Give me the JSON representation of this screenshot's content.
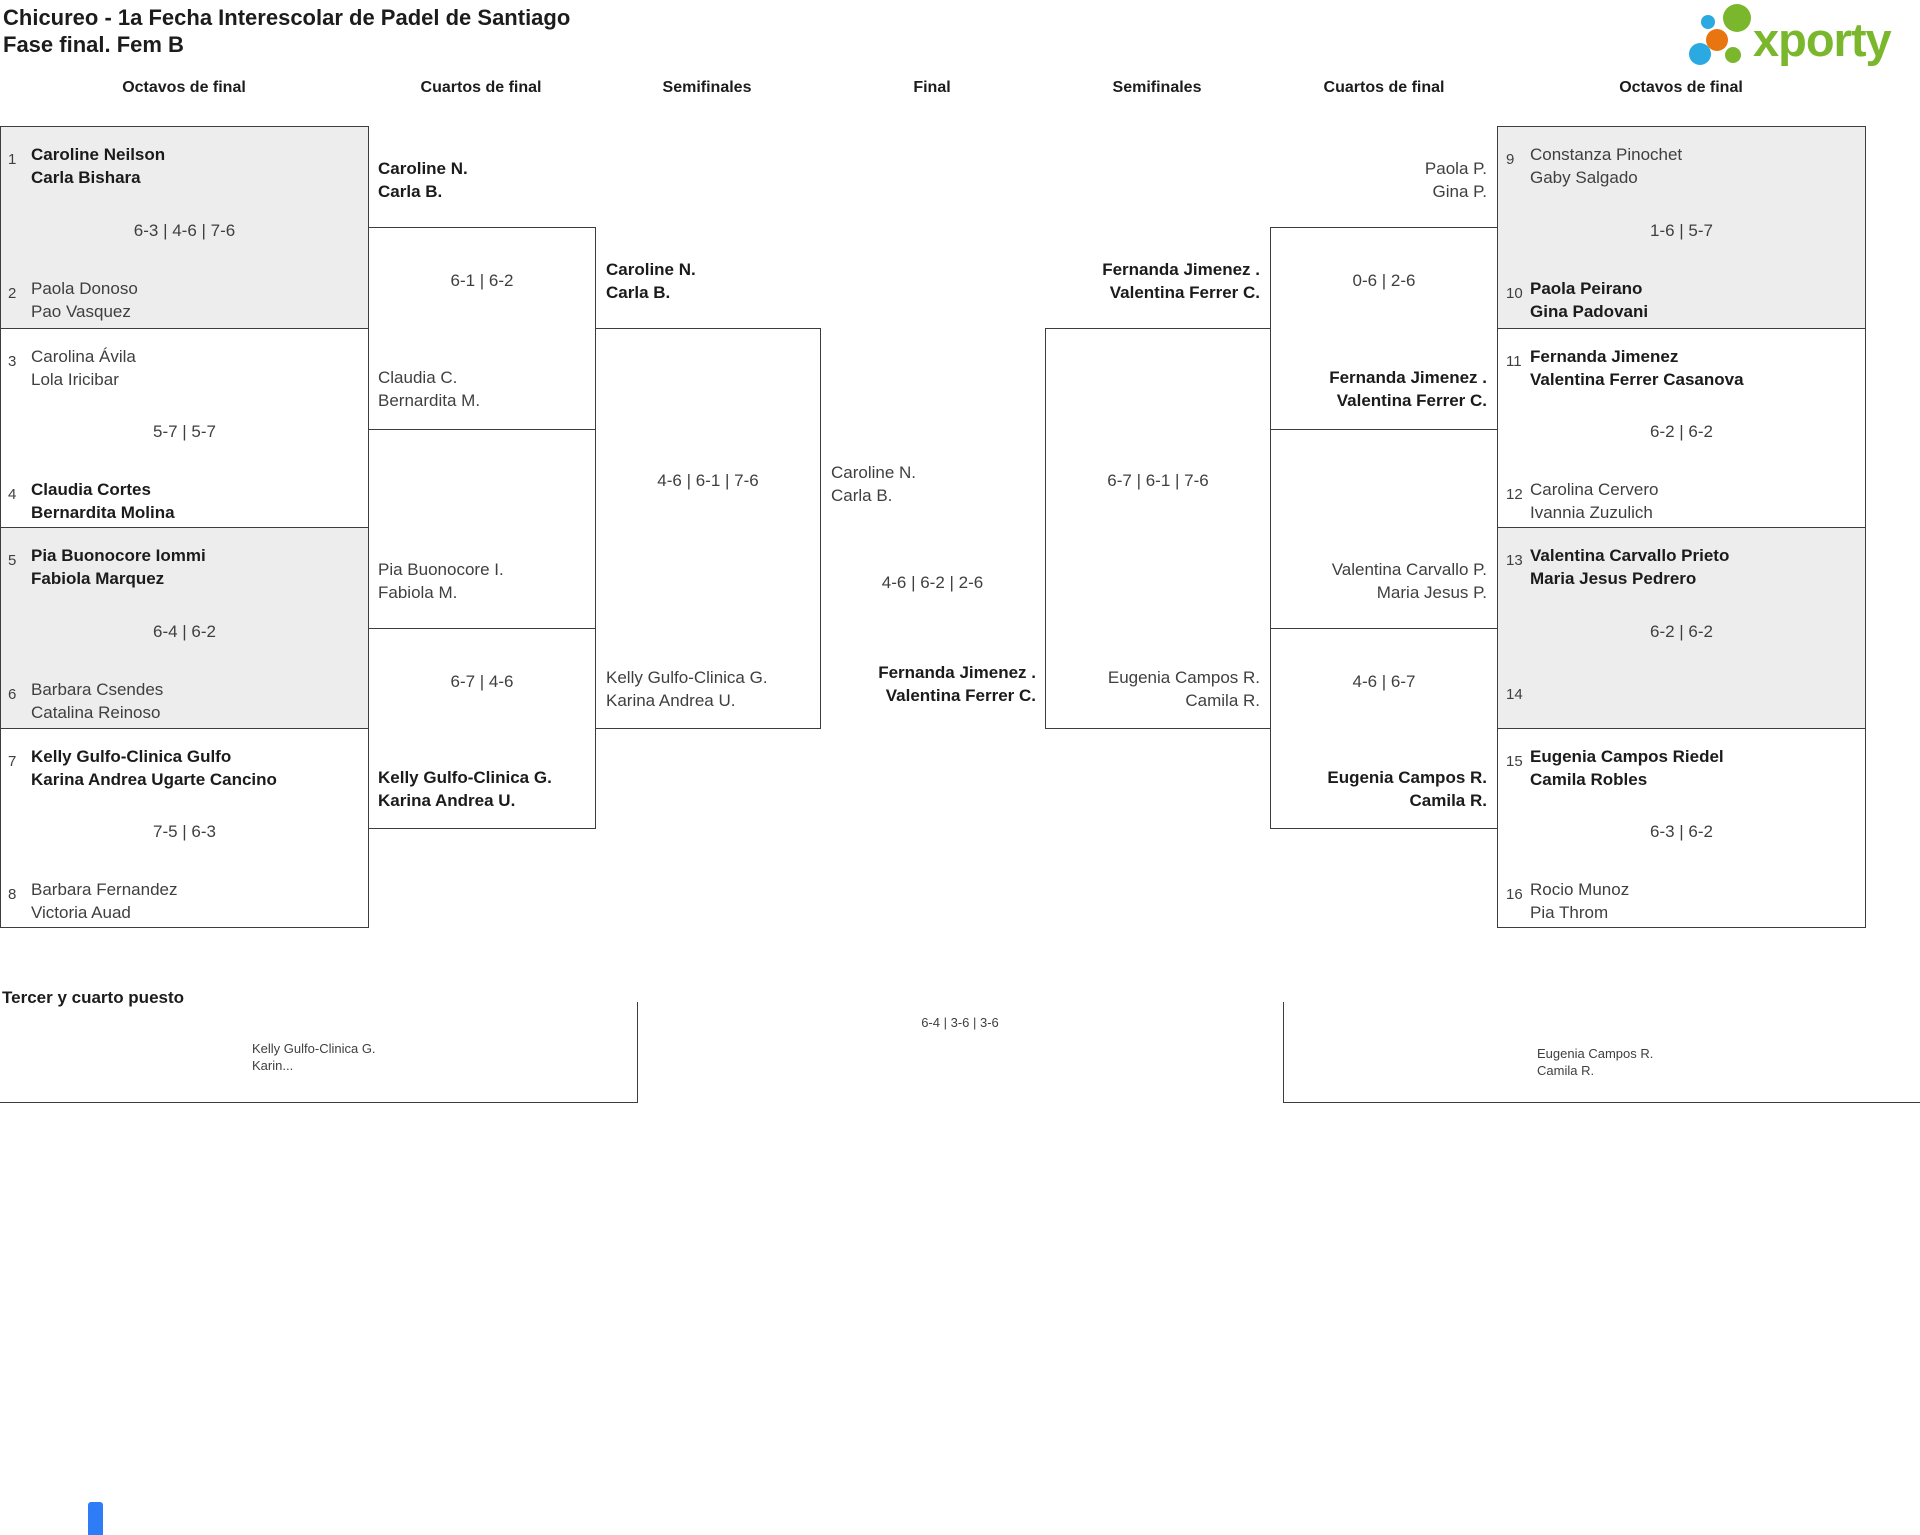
{
  "page": {
    "title_line1": "Chicureo - 1a Fecha Interescolar de Padel de Santiago",
    "title_line2": "Fase final. Fem B",
    "logo_text": "xporty",
    "third_place_title": "Tercer y cuarto puesto"
  },
  "round_headers": {
    "octavos_left": "Octavos de final",
    "cuartos_left": "Cuartos de final",
    "semis_left": "Semifinales",
    "final": "Final",
    "semis_right": "Semifinales",
    "cuartos_right": "Cuartos de final",
    "octavos_right": "Octavos de final"
  },
  "colors": {
    "logo_green": "#7ab72c",
    "logo_blue": "#2ba9e1",
    "logo_orange": "#e8750f",
    "bracket_border": "#3d3d3d",
    "match_alt_bg": "#ededed",
    "accent_blue": "#2e7cf6"
  },
  "matches": {
    "oct_l1": {
      "seed_top": "1",
      "team_top": "Caroline Neilson\nCarla Bishara",
      "score": "6-3 | 4-6 | 7-6",
      "seed_bot": "2",
      "team_bot": "Paola Donoso\nPao Vasquez"
    },
    "oct_l2": {
      "seed_top": "3",
      "team_top": "Carolina Ávila\nLola Iricibar",
      "score": "5-7 | 5-7",
      "seed_bot": "4",
      "team_bot": "Claudia Cortes\nBernardita Molina"
    },
    "oct_l3": {
      "seed_top": "5",
      "team_top": "Pia Buonocore Iommi\nFabiola Marquez",
      "score": "6-4 | 6-2",
      "seed_bot": "6",
      "team_bot": "Barbara Csendes\nCatalina Reinoso"
    },
    "oct_l4": {
      "seed_top": "7",
      "team_top": "Kelly Gulfo-Clinica Gulfo\nKarina Andrea Ugarte Cancino",
      "score": "7-5 | 6-3",
      "seed_bot": "8",
      "team_bot": "Barbara Fernandez\nVictoria Auad"
    },
    "qf_l1": {
      "team_top": "Caroline N.\nCarla B.",
      "score": "6-1 | 6-2",
      "team_bot": "Claudia C.\nBernardita M."
    },
    "qf_l2": {
      "team_top": "Pia Buonocore I.\nFabiola M.",
      "score": "6-7 | 4-6",
      "team_bot": "Kelly Gulfo-Clinica G.\nKarina Andrea U."
    },
    "sf_l": {
      "team_top": "Caroline N.\nCarla B.",
      "score": "4-6 | 6-1 | 7-6",
      "team_bot": "Kelly Gulfo-Clinica G.\nKarina Andrea U."
    },
    "final": {
      "team_left": "Caroline N.\nCarla B.",
      "score": "4-6 | 6-2 | 2-6",
      "team_right": "Fernanda Jimenez .\nValentina Ferrer C."
    },
    "sf_r": {
      "team_top": "Fernanda Jimenez .\nValentina Ferrer C.",
      "score": "6-7 | 6-1 | 7-6",
      "team_bot": "Eugenia Campos R.\nCamila R."
    },
    "qf_r1": {
      "team_top": "Paola P.\nGina P.",
      "score": "0-6 | 2-6",
      "team_bot": "Fernanda Jimenez .\nValentina Ferrer C."
    },
    "qf_r2": {
      "team_top": "Valentina Carvallo P.\nMaria Jesus P.",
      "score": "4-6 | 6-7",
      "team_bot": "Eugenia Campos R.\nCamila R."
    },
    "oct_r1": {
      "seed_top": "9",
      "team_top": "Constanza Pinochet\nGaby Salgado",
      "score": "1-6 | 5-7",
      "seed_bot": "10",
      "team_bot": "Paola Peirano\nGina Padovani"
    },
    "oct_r2": {
      "seed_top": "11",
      "team_top": "Fernanda Jimenez\nValentina Ferrer Casanova",
      "score": "6-2 | 6-2",
      "seed_bot": "12",
      "team_bot": "Carolina Cervero\nIvannia Zuzulich"
    },
    "oct_r3": {
      "seed_top": "13",
      "team_top": "Valentina Carvallo Prieto\nMaria Jesus Pedrero",
      "score": "6-2 | 6-2",
      "seed_bot": "14",
      "team_bot": ""
    },
    "oct_r4": {
      "seed_top": "15",
      "team_top": "Eugenia Campos Riedel\nCamila Robles",
      "score": "6-3 | 6-2",
      "seed_bot": "16",
      "team_bot": "Rocio Munoz\nPia Throm"
    },
    "third_place": {
      "team_left": "Kelly Gulfo-Clinica G.\nKarin...",
      "score": "6-4 | 3-6 | 3-6",
      "team_right": "Eugenia Campos R.\nCamila R."
    }
  }
}
